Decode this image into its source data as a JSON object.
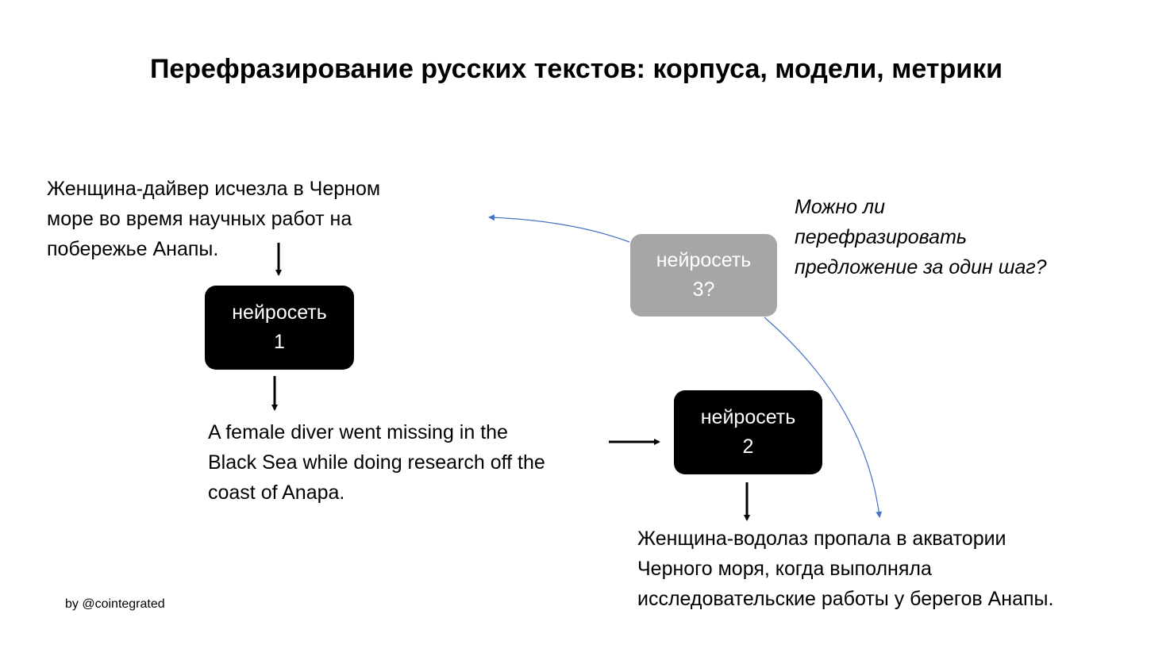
{
  "slide": {
    "title": "Перефразирование русских текстов: корпуса, модели, метрики",
    "source_text": [
      "Женщина-дайвер исчезла в Черном",
      "море во время научных работ на",
      "побережье Анапы."
    ],
    "translation_text": [
      "A female diver went missing in the",
      "Black Sea while doing research off the",
      "coast of Anapa."
    ],
    "paraphrase_text": [
      "Женщина-водолаз пропала в акватории",
      "Черного моря, когда выполняла",
      "исследовательские работы у берегов Анапы."
    ],
    "question_text": [
      "Можно ли",
      "перефразировать",
      "предложение за один шаг?"
    ],
    "nodes": [
      {
        "line1": "нейросеть",
        "line2": "1"
      },
      {
        "line1": "нейросеть",
        "line2": "2"
      },
      {
        "line1": "нейросеть",
        "line2": "3?"
      }
    ],
    "footer": "by @cointegrated",
    "colors": {
      "node": "#000000",
      "node_hypothetical": "#a6a6a6",
      "curve_arrow": "#4472c4"
    }
  }
}
